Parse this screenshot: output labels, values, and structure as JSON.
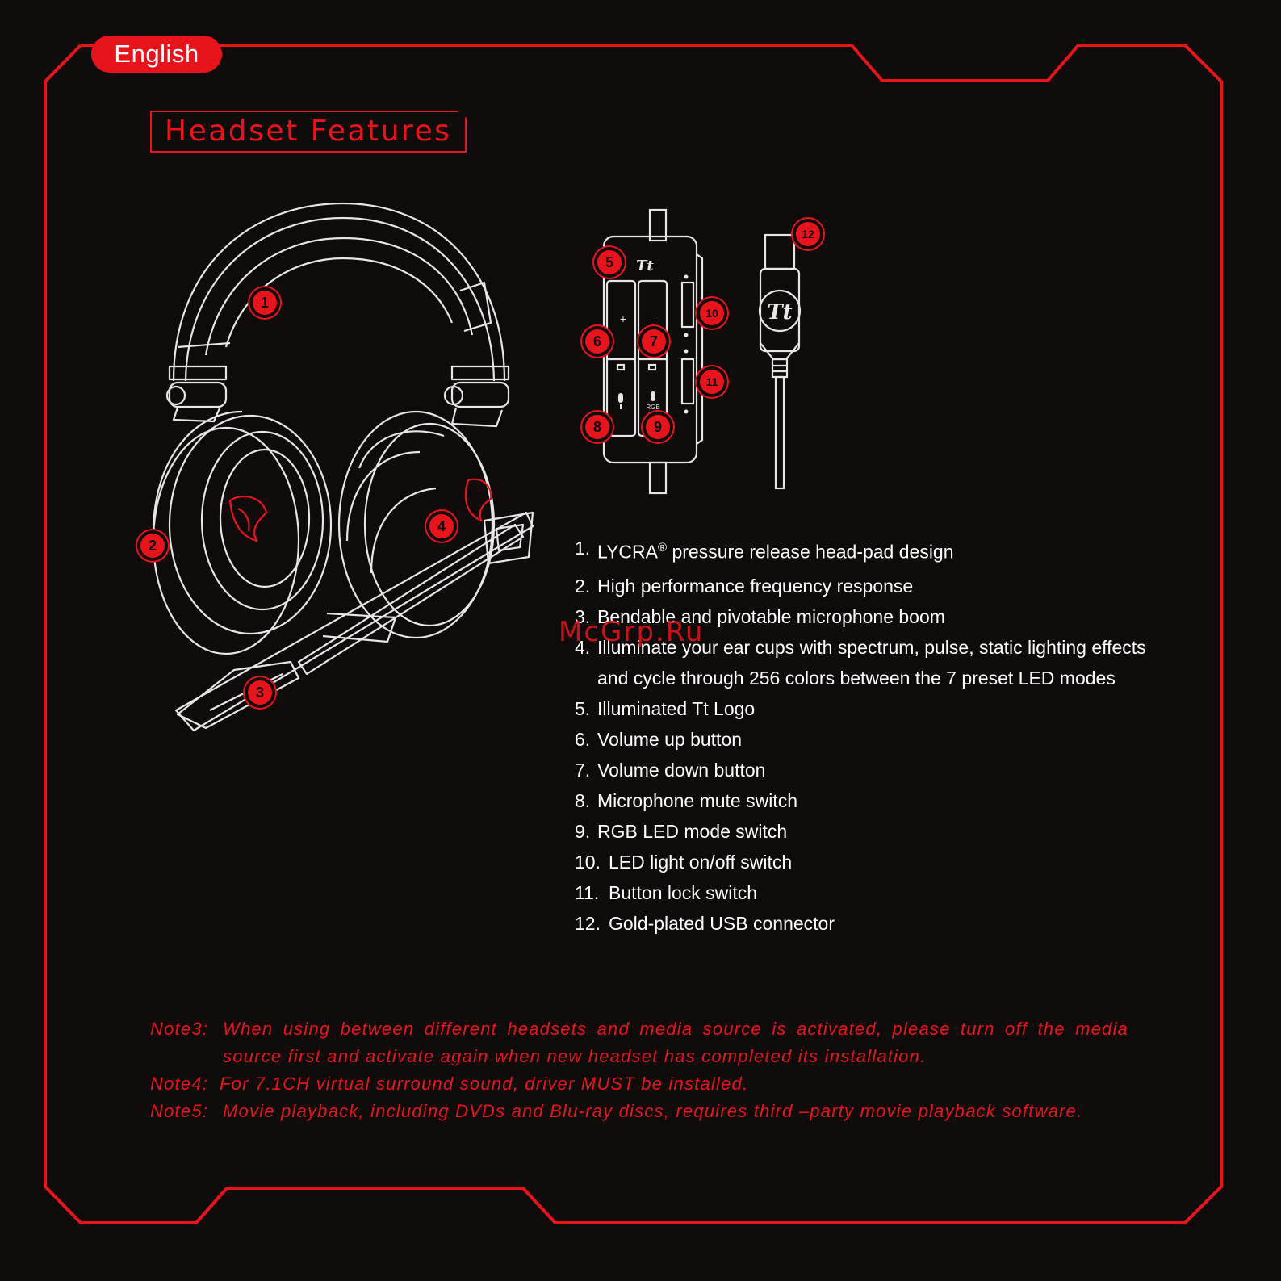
{
  "language_badge": "English",
  "section_title": "Headset Features",
  "device_logo": "Tt",
  "control_labels": {
    "plus": "+",
    "minus": "–",
    "rgb": "RGB"
  },
  "callouts": [
    "1",
    "2",
    "3",
    "4",
    "5",
    "6",
    "7",
    "8",
    "9",
    "10",
    "11",
    "12"
  ],
  "features": [
    {
      "num": "1.",
      "text_a": "LYCRA",
      "sup": "®",
      "text_b": " pressure release head-pad design"
    },
    {
      "num": "2.",
      "text": "High performance frequency response"
    },
    {
      "num": "3.",
      "text": "Bendable and pivotable microphone boom"
    },
    {
      "num": "4.",
      "text": "Illuminate your ear cups with spectrum, pulse, static lighting effects and cycle through 256 colors between the 7 preset LED modes"
    },
    {
      "num": "5.",
      "text": "Illuminated Tt Logo"
    },
    {
      "num": "6.",
      "text": "Volume up button"
    },
    {
      "num": "7.",
      "text": "Volume down button"
    },
    {
      "num": "8.",
      "text": "Microphone mute switch"
    },
    {
      "num": "9.",
      "text": "RGB LED mode switch"
    },
    {
      "num": "10.",
      "text": "LED light on/off switch"
    },
    {
      "num": "11.",
      "text": "Button lock switch"
    },
    {
      "num": "12.",
      "text": "Gold-plated USB connector"
    }
  ],
  "watermark": "McGrp.Ru",
  "notes": [
    {
      "label": "Note3:",
      "text": "When using between different headsets and media source is activated, please turn off the media source first and activate again when new headset has completed its installation."
    },
    {
      "label": "Note4:",
      "text": "For 7.1CH virtual surround sound, driver MUST be installed."
    },
    {
      "label": "Note5:",
      "text": "Movie playback, including DVDs and Blu-ray discs, requires third –party movie playback software."
    }
  ],
  "colors": {
    "background": "#0f0b0b",
    "accent": "#e8141c",
    "text": "#ffffff",
    "line_art": "#e6e6e6"
  }
}
